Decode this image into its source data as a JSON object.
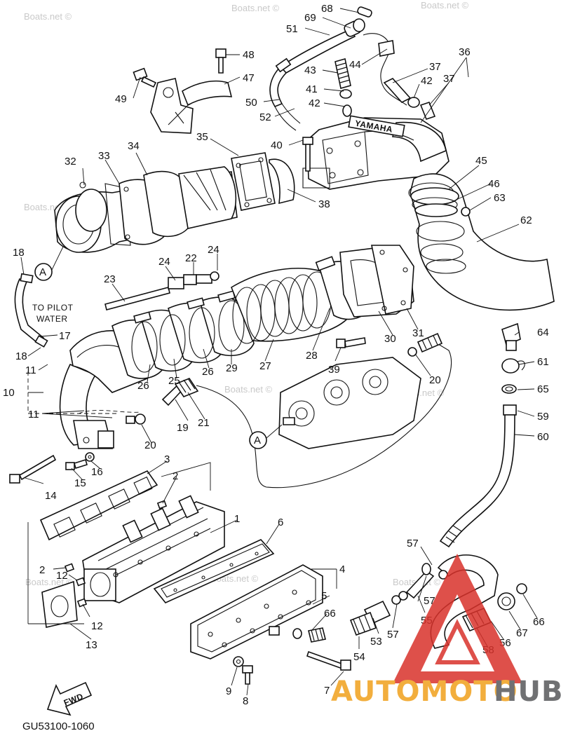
{
  "diagram": {
    "code": "GU53100-1060",
    "watermark": "Boats.net ©",
    "notes": {
      "to_pilot_water_line1": "TO PILOT",
      "to_pilot_water_line2": "WATER",
      "ref_a": "A",
      "yamaha": "YAMAHA",
      "fwd": "FWD"
    },
    "callouts": {
      "c68": "68",
      "c69": "69",
      "c51": "51",
      "c48": "48",
      "c47": "47",
      "c49": "49",
      "c44": "44",
      "c43": "43",
      "c36": "36",
      "c37a": "37",
      "c37b": "37",
      "c42a": "42",
      "c41": "41",
      "c42b": "42",
      "c50": "50",
      "c52": "52",
      "c40": "40",
      "c35": "35",
      "c32": "32",
      "c33": "33",
      "c34": "34",
      "c45": "45",
      "c46": "46",
      "c63": "63",
      "c38": "38",
      "c62": "62",
      "c18a": "18",
      "c24a": "24",
      "c22": "22",
      "c24b": "24",
      "c23": "23",
      "c17": "17",
      "c18b": "18",
      "c11a": "11",
      "c10": "10",
      "c11b": "11",
      "c26a": "26",
      "c25": "25",
      "c26b": "26",
      "c29": "29",
      "c27": "27",
      "c28": "28",
      "c30": "30",
      "c31": "31",
      "c64": "64",
      "c61": "61",
      "c65": "65",
      "c59": "59",
      "c60": "60",
      "c39": "39",
      "c20a": "20",
      "c20b": "20",
      "c19": "19",
      "c21": "21",
      "c14": "14",
      "c15": "15",
      "c16": "16",
      "c3": "3",
      "c2a": "2",
      "c1": "1",
      "c6": "6",
      "c2b": "2",
      "c12a": "12",
      "c12b": "12",
      "c13": "13",
      "c4": "4",
      "c5": "5",
      "c66a": "66",
      "c57a": "57",
      "c57b": "57",
      "c55": "55",
      "c57c": "57",
      "c53": "53",
      "c54": "54",
      "c66b": "66",
      "c67": "67",
      "c56": "56",
      "c58": "58",
      "c9": "9",
      "c8": "8",
      "c7": "7"
    }
  },
  "branding": {
    "logo_part1": "AUTOMOTO",
    "logo_part2": "HUB",
    "color_orange": "#f0a11c",
    "color_grey": "#58595b",
    "color_red": "#d9322b"
  }
}
